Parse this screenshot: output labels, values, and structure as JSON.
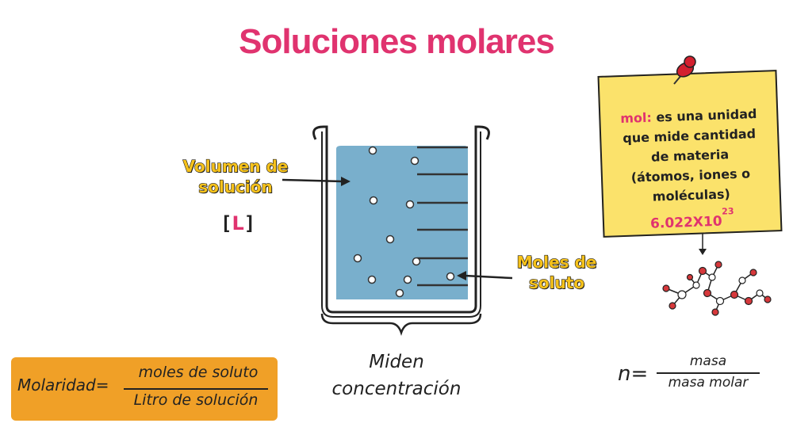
{
  "title": "Soluciones molares",
  "labels": {
    "volume": [
      "Volumen de",
      "solución"
    ],
    "unit_open": "[",
    "unit_letter": "L",
    "unit_close": "]",
    "moles": [
      "Moles de",
      "soluto"
    ],
    "concentration": [
      "Miden",
      "concentración"
    ]
  },
  "molarity": {
    "label": "Molaridad=",
    "numerator": "moles de soluto",
    "denominator": "Litro de solución"
  },
  "note": {
    "term": "mol:",
    "lines": [
      "es una unidad",
      "que mide cantidad",
      "de materia",
      "(átomos, iones o",
      "moléculas)"
    ],
    "number": "6.022X10",
    "exponent": "23"
  },
  "moles_formula": {
    "lhs": "n=",
    "numerator": "masa",
    "denominator": "masa molar"
  },
  "colors": {
    "title": "#e0336f",
    "label_fill": "#f6c21b",
    "liquid": "#79afcc",
    "box": "#f0a027",
    "note": "#fbe26b",
    "pin": "#d3202f",
    "atom_red": "#d6383b"
  }
}
